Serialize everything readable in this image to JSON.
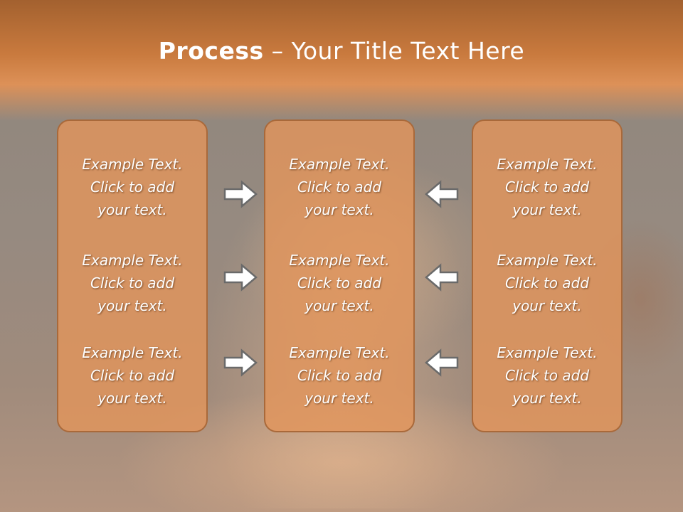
{
  "title": {
    "bold": "Process",
    "rest": " – Your Title Text Here"
  },
  "columns": [
    {
      "blocks": [
        [
          "Example Text.",
          "Click  to add",
          "your text."
        ],
        [
          "Example Text.",
          "Click  to add",
          "your text."
        ],
        [
          "Example Text.",
          "Click  to add",
          "your text."
        ]
      ]
    },
    {
      "blocks": [
        [
          "Example Text.",
          "Click  to add",
          "your text."
        ],
        [
          "Example Text.",
          "Click  to add",
          "your text."
        ],
        [
          "Example Text.",
          "Click  to add",
          "your text."
        ]
      ]
    },
    {
      "blocks": [
        [
          "Example Text.",
          "Click  to add",
          "your text."
        ],
        [
          "Example Text.",
          "Click  to add",
          "your text."
        ],
        [
          "Example Text.",
          "Click  to add",
          "your text."
        ]
      ]
    }
  ],
  "arrows": {
    "left_group": [
      "arrow-right-icon",
      "arrow-right-icon",
      "arrow-right-icon"
    ],
    "right_group": [
      "arrow-left-icon",
      "arrow-left-icon",
      "arrow-left-icon"
    ]
  },
  "colors": {
    "title_band": "#c97a3e",
    "panel_fill": "#e2955c",
    "panel_border": "#a9693a",
    "text": "#ffffff"
  }
}
